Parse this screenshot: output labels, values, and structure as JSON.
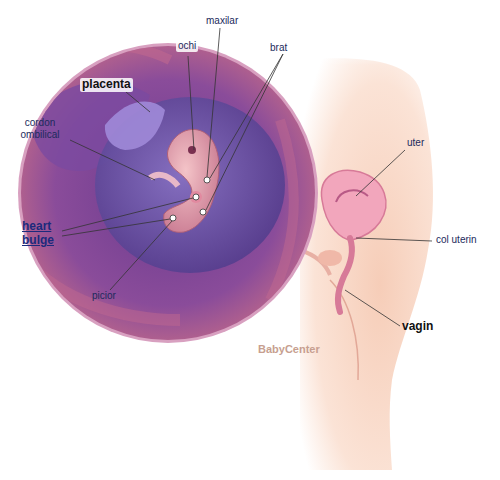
{
  "diagram": {
    "labels": [
      "placenta",
      "ochi",
      "maxilar",
      "brat",
      "cordon ombilical",
      "heart bulge",
      "picior",
      "uter",
      "col uterin",
      "vagin",
      "BabyCenter"
    ]
  }
}
